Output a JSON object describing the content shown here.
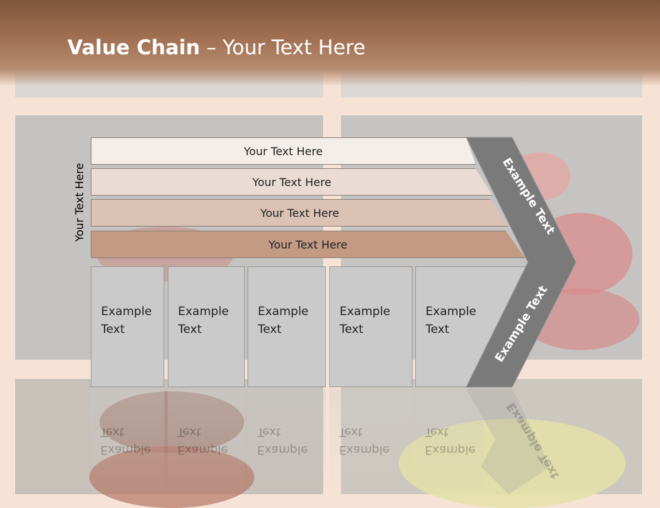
{
  "slide": {
    "title_bold": "Value Chain",
    "title_rest": " – Your Text Here",
    "side_label": "Your Text Here",
    "bands": [
      "Your Text Here",
      "Your Text Here",
      "Your Text Here",
      "Your Text Here"
    ],
    "boxes": [
      {
        "line1": "Example",
        "line2": "Text"
      },
      {
        "line1": "Example",
        "line2": "Text"
      },
      {
        "line1": "Example",
        "line2": "Text"
      },
      {
        "line1": "Example",
        "line2": "Text"
      },
      {
        "line1": "Example",
        "line2": "Text"
      }
    ],
    "chevron_top_label": "Example Text",
    "chevron_bottom_label": "Example Text"
  },
  "colors": {
    "header_brown": "#7e553c",
    "chevron_gray": "#7a7a7a",
    "background_peach": "#f7e3d6"
  }
}
